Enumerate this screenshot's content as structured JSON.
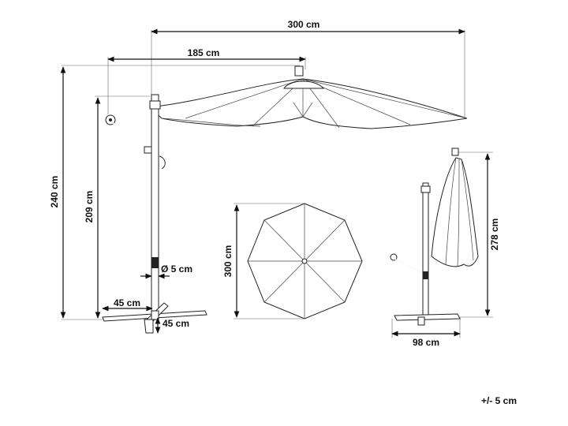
{
  "dimensions": {
    "canopy_width": "300 cm",
    "arm_reach": "185 cm",
    "total_height": "240 cm",
    "clearance_height": "209 cm",
    "pole_diameter": "Ø 5 cm",
    "base_width": "45 cm",
    "base_depth": "45 cm",
    "top_view_diameter": "300 cm",
    "folded_height": "278 cm",
    "folded_base_width": "98 cm"
  },
  "tolerance_note": "+/- 5 cm",
  "colors": {
    "line": "#222222",
    "background": "#ffffff"
  }
}
